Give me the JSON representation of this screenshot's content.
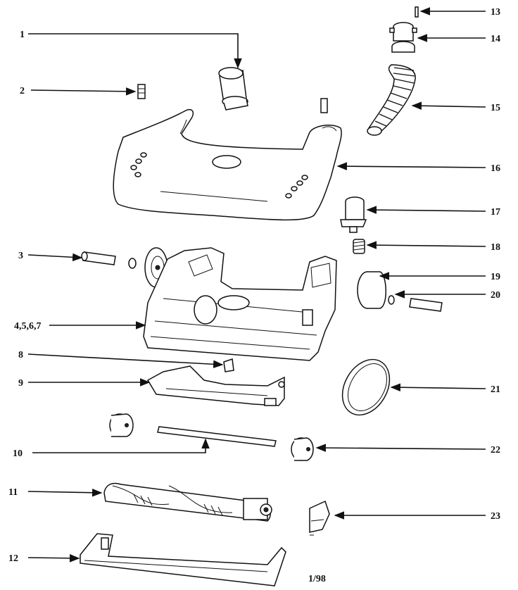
{
  "callouts": [
    {
      "id": "1",
      "text": "1"
    },
    {
      "id": "2",
      "text": "2"
    },
    {
      "id": "3",
      "text": "3"
    },
    {
      "id": "4567",
      "text": "4,5,6,7"
    },
    {
      "id": "8",
      "text": "8"
    },
    {
      "id": "9",
      "text": "9"
    },
    {
      "id": "10",
      "text": "10"
    },
    {
      "id": "11",
      "text": "11"
    },
    {
      "id": "12",
      "text": "12"
    },
    {
      "id": "13",
      "text": "13"
    },
    {
      "id": "14",
      "text": "14"
    },
    {
      "id": "15",
      "text": "15"
    },
    {
      "id": "16",
      "text": "16"
    },
    {
      "id": "17",
      "text": "17"
    },
    {
      "id": "18",
      "text": "18"
    },
    {
      "id": "19",
      "text": "19"
    },
    {
      "id": "20",
      "text": "20"
    },
    {
      "id": "21",
      "text": "21"
    },
    {
      "id": "22",
      "text": "22"
    },
    {
      "id": "23",
      "text": "23"
    }
  ],
  "footer": {
    "code": "1/98"
  }
}
